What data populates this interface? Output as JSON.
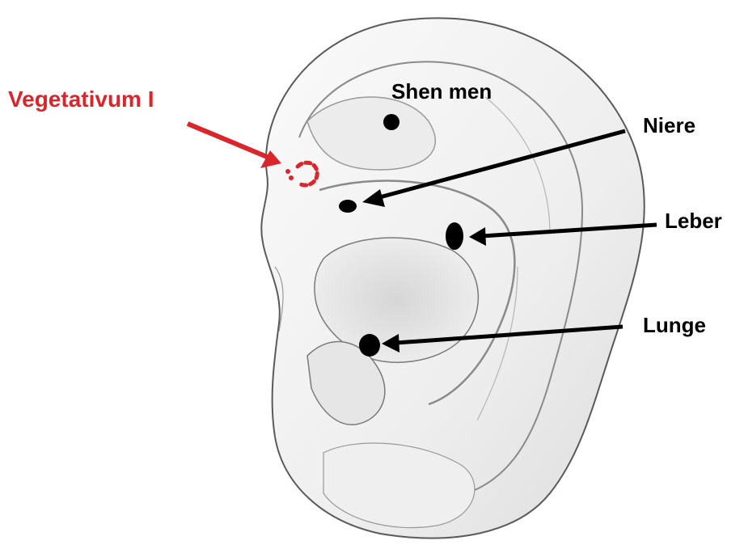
{
  "labels": {
    "vegetativum": "Vegetativum I",
    "shen_men": "Shen men",
    "niere": "Niere",
    "leber": "Leber",
    "lunge": "Lunge"
  },
  "colors": {
    "accent_red": "#d9262c",
    "marker_black": "#000000",
    "ear_outline": "#5a5a5a",
    "ear_fill": "#f2f2f2",
    "ear_shadow": "#cfcfcf"
  }
}
